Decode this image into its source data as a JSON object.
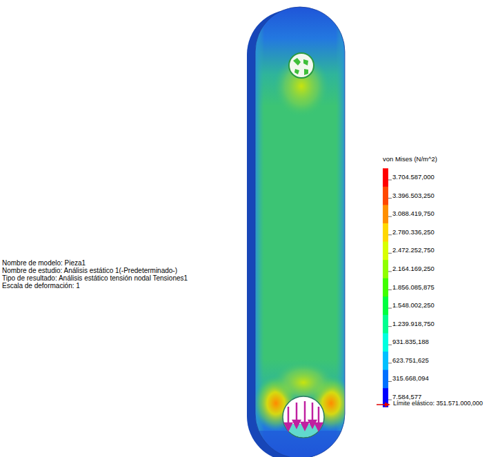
{
  "diagram": {
    "labels": [
      "Nombre de modelo: Pieza1",
      "Nombre de estudio: Análisis estático 1(-Predeterminado-)",
      "Tipo de resultado: Análisis estático tensión nodal Tensiones1",
      "Escala de deformación: 1",
      "von Mises (N/m^2)",
      "Límite elástico: 351.571.000,000"
    ],
    "legend": [
      {
        "text": "3.704.587,000",
        "color": "#ff0000"
      },
      {
        "text": "3.396.503,250",
        "color": "#ff4800"
      },
      {
        "text": "3.088.419,750",
        "color": "#ff9000"
      },
      {
        "text": "2.780.336,250",
        "color": "#ffd800"
      },
      {
        "text": "2.472.252,750",
        "color": "#d8ff00"
      },
      {
        "text": "2.164.169,250",
        "color": "#90ff00"
      },
      {
        "text": "1.856.085,875",
        "color": "#40ff00"
      },
      {
        "text": "1.548.002,250",
        "color": "#00ff40"
      },
      {
        "text": "1.239.918,750",
        "color": "#00ff90"
      },
      {
        "text": "931.835,188",
        "color": "#00ffe0"
      },
      {
        "text": "623.751,625",
        "color": "#00c0ff"
      },
      {
        "text": "315.668,094",
        "color": "#0070ff"
      },
      {
        "text": "7.584,577",
        "color": "#0000ff"
      }
    ]
  }
}
